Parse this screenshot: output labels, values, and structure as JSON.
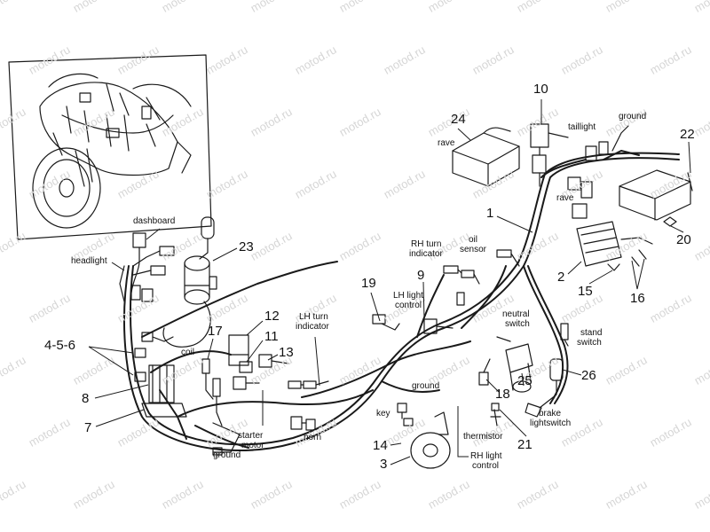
{
  "watermark": "motod.ru",
  "part_numbers": {
    "n1": "1",
    "n2": "2",
    "n3": "3",
    "n456": "4-5-6",
    "n7": "7",
    "n8": "8",
    "n9": "9",
    "n10": "10",
    "n11": "11",
    "n12": "12",
    "n13": "13",
    "n14": "14",
    "n15": "15",
    "n16": "16",
    "n17": "17",
    "n18": "18",
    "n19": "19",
    "n20": "20",
    "n21": "21",
    "n22": "22",
    "n23": "23",
    "n24": "24",
    "n25": "25",
    "n26": "26"
  },
  "labels": {
    "dashboard": "dashboard",
    "headlight": "headlight",
    "coil": "coil",
    "lh_turn_1": "LH turn",
    "lh_turn_2": "indicator",
    "rh_turn_1": "RH turn",
    "rh_turn_2": "indicator",
    "oil_1": "oil",
    "oil_2": "sensor",
    "lh_light_1": "LH light",
    "lh_light_2": "control",
    "neutral_1": "neutral",
    "neutral_2": "switch",
    "stand_1": "stand",
    "stand_2": "switch",
    "brake_1": "brake",
    "brake_2": "lightswitch",
    "rave_top": "rave",
    "rave_mid": "rave",
    "taillight": "taillight",
    "ground_top": "ground",
    "ground_mid": "ground",
    "ground_bottom": "ground",
    "starter_1": "starter",
    "starter_2": "motor",
    "horn": "horn",
    "key": "key",
    "thermistor": "thermistor",
    "rh_light_1": "RH light",
    "rh_light_2": "control"
  },
  "colors": {
    "line": "#1a1a1a",
    "watermark": "#d6d6d6"
  }
}
